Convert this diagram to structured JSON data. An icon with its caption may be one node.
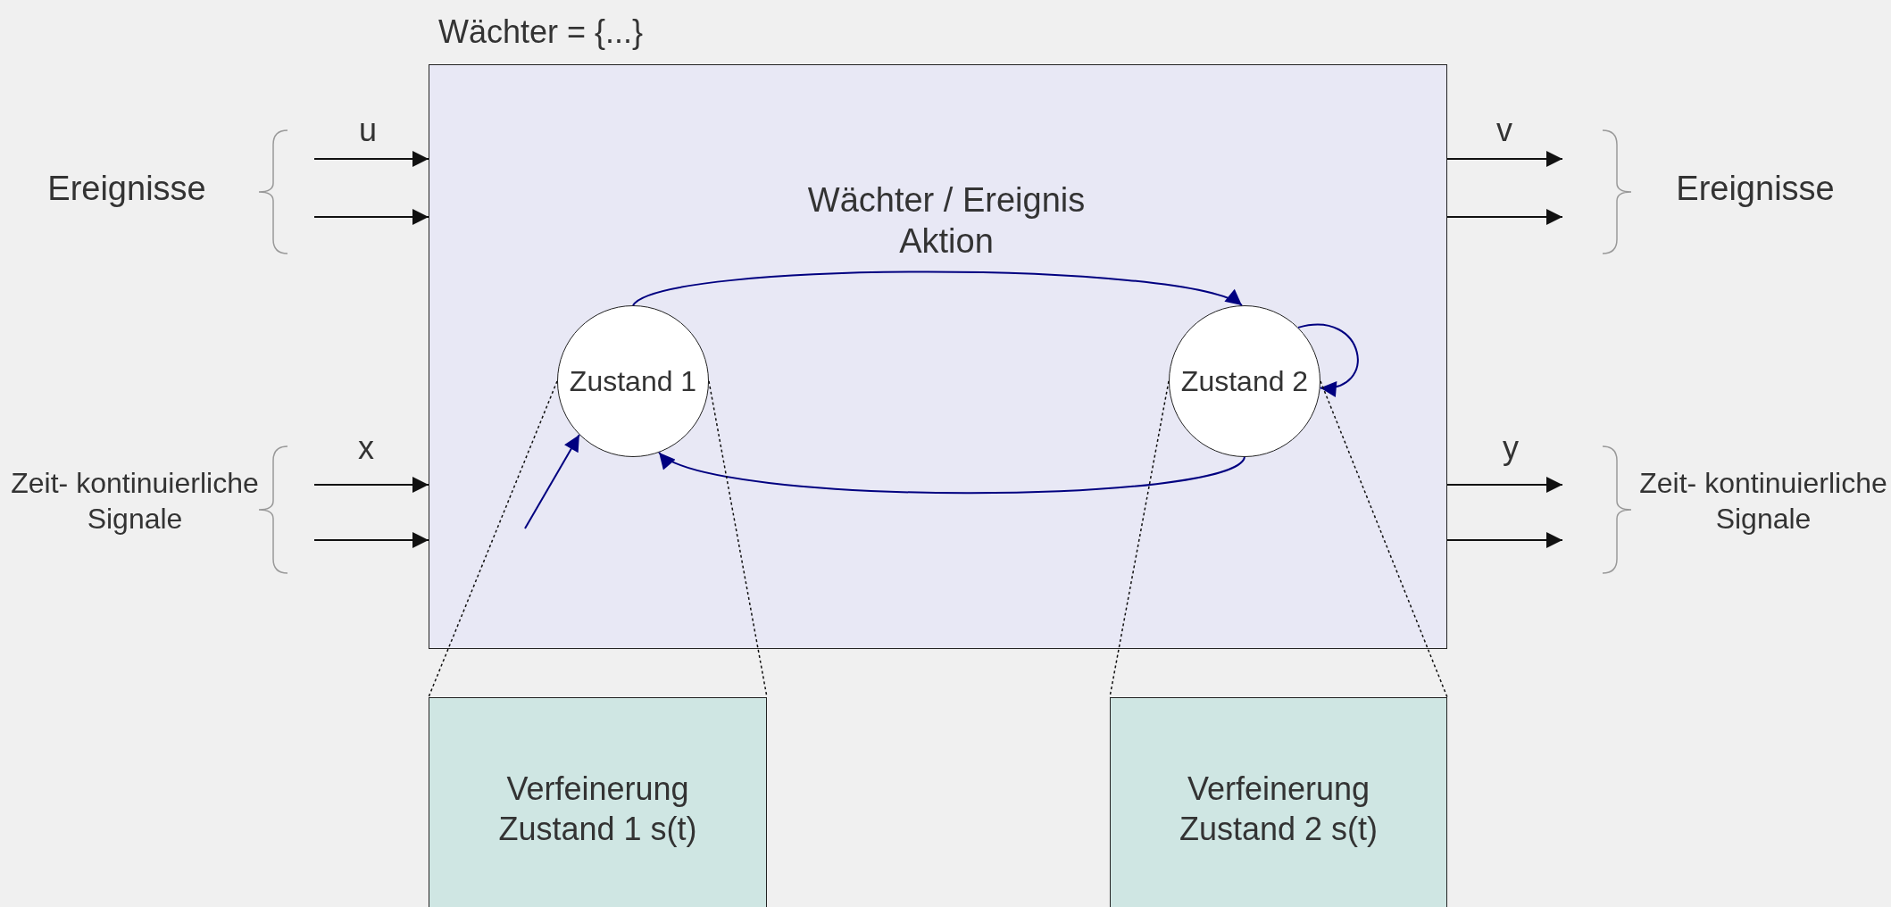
{
  "diagram": {
    "nodes": [
      {
        "text": [
          "Wächter = {...}"
        ]
      },
      {
        "text": [
          "Zustand 1"
        ],
        "in": 0
      },
      {
        "text": [
          "Zustand 2"
        ],
        "in": 0
      },
      {
        "text": [
          "Verfeinerung Zustand 1 s(t)"
        ]
      },
      {
        "text": [
          "Verfeinerung Zustand 2 s(t)"
        ]
      }
    ],
    "edges": [
      {
        "from": null,
        "to": 0,
        "arrow": "to",
        "label": "u"
      },
      {
        "from": null,
        "to": 0,
        "arrow": "to"
      },
      {
        "from": null,
        "to": 0,
        "arrow": "to",
        "label": "x"
      },
      {
        "from": null,
        "to": 0,
        "arrow": "to"
      },
      {
        "from": 0,
        "to": null,
        "arrow": "to",
        "label": "v"
      },
      {
        "from": 0,
        "to": null,
        "arrow": "to"
      },
      {
        "from": 0,
        "to": null,
        "arrow": "to",
        "label": "y"
      },
      {
        "from": 0,
        "to": null,
        "arrow": "to"
      },
      {
        "from": 1,
        "to": 2,
        "arrow": "to",
        "label": "Wächter / Ereignis Aktion",
        "color": "#000080"
      },
      {
        "from": 2,
        "to": 2,
        "arrow": "to",
        "color": "#000080"
      },
      {
        "from": 2,
        "to": 1,
        "arrow": "to",
        "color": "#000080"
      },
      {
        "from": null,
        "to": 1,
        "arrow": "to",
        "color": "#000080"
      },
      {
        "from": 1,
        "to": 3,
        "arrow": "none",
        "style": "dashed"
      },
      {
        "from": 1,
        "to": 3,
        "arrow": "none",
        "style": "dashed"
      },
      {
        "from": 2,
        "to": 4,
        "arrow": "none",
        "style": "dashed"
      },
      {
        "from": 2,
        "to": 4,
        "arrow": "none",
        "style": "dashed"
      }
    ],
    "labels": [
      "Ereignisse",
      "Zeit- kontinuierliche Signale",
      "Ereignisse",
      "Zeit- kontinuierliche Signale"
    ]
  }
}
